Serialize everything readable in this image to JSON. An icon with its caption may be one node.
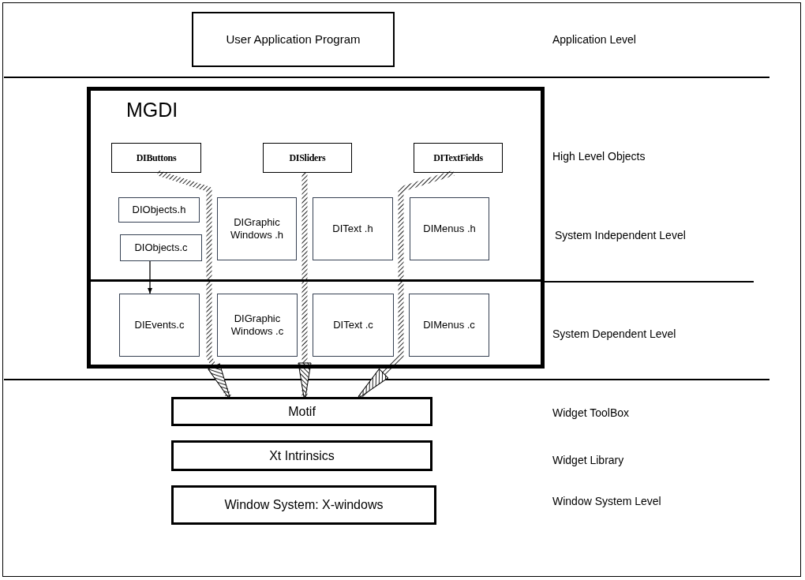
{
  "diagram": {
    "nodes": [
      {
        "text": [
          "User Application Program"
        ]
      },
      {
        "text": [
          "MGDI"
        ]
      },
      {
        "text": [
          "DIButtons"
        ],
        "in": 1
      },
      {
        "text": [
          "DISliders"
        ],
        "in": 1
      },
      {
        "text": [
          "DITextFields"
        ],
        "in": 1
      },
      {
        "text": [
          "DIObjects.h"
        ],
        "in": 1
      },
      {
        "text": [
          "DIGraphic Windows .h"
        ],
        "in": 1
      },
      {
        "text": [
          "DIText .h"
        ],
        "in": 1
      },
      {
        "text": [
          "DIMenus .h"
        ],
        "in": 1
      },
      {
        "text": [
          "DIObjects.c"
        ],
        "in": 1
      },
      {
        "text": [
          "DIEvents.c"
        ],
        "in": 1
      },
      {
        "text": [
          "DIGraphic Windows .c"
        ],
        "in": 1
      },
      {
        "text": [
          "DIText .c"
        ],
        "in": 1
      },
      {
        "text": [
          "DIMenus .c"
        ],
        "in": 1
      },
      {
        "text": [
          "Motif"
        ]
      },
      {
        "text": [
          "Xt Intrinsics"
        ]
      },
      {
        "text": [
          "Window System: X-windows"
        ]
      }
    ],
    "edges": [
      {
        "from": 2,
        "to": 14,
        "arrow": "to",
        "style": "thick"
      },
      {
        "from": 3,
        "to": 14,
        "arrow": "to",
        "style": "thick"
      },
      {
        "from": 4,
        "to": 14,
        "arrow": "to",
        "style": "thick"
      },
      {
        "from": 9,
        "to": 10,
        "arrow": "to"
      }
    ],
    "labels": [
      "Application Level",
      "High Level Objects",
      "System Independent Level",
      "System Dependent Level",
      "Widget ToolBox",
      "Widget Library",
      "Window System Level"
    ]
  }
}
